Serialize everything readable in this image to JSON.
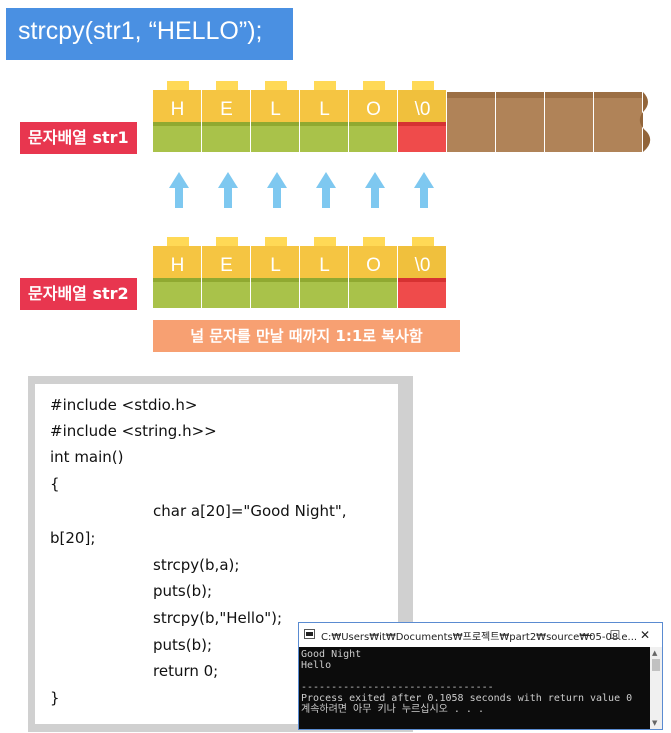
{
  "title": "strcpy(str1, “HELLO”);",
  "rows": {
    "str1_label": "문자배열 str1",
    "str2_label": "문자배열 str2"
  },
  "cells": [
    "H",
    "E",
    "L",
    "L",
    "O",
    "\\0"
  ],
  "note": "널 문자를 만날 때까지 1:1로 복사함",
  "code": {
    "line1": "#include <stdio.h>",
    "line2": "#include <string.h>>",
    "line3": "int main()",
    "line4": "{",
    "line5": "char a[20]=\"Good Night\",",
    "line6": "b[20];",
    "line7": "strcpy(b,a);",
    "line8": "puts(b);",
    "line9": "strcpy(b,\"Hello\");",
    "line10": "puts(b);",
    "line11": "return 0;",
    "line12": "}"
  },
  "console": {
    "title": "C:₩Users₩it₩Documents₩프로젝트₩part2₩source₩05-08.e...",
    "minimize": "—",
    "maximize": "☐",
    "close": "✕",
    "lines": [
      "Good Night",
      "Hello",
      "",
      "--------------------------------",
      "Process exited after 0.1058 seconds with return value 0",
      "계속하려면 아무 키나 누르십시오 . . ."
    ]
  },
  "colors": {
    "title_bg": "#4a90e2",
    "label_bg": "#e8364f",
    "note_bg": "#f7a072",
    "cell_top": "#f5c542",
    "cell_bottom": "#a9c24a",
    "null_cell": "#ef4b4b",
    "empty_cell": "#b08358",
    "arrow": "#7ec8f0"
  }
}
